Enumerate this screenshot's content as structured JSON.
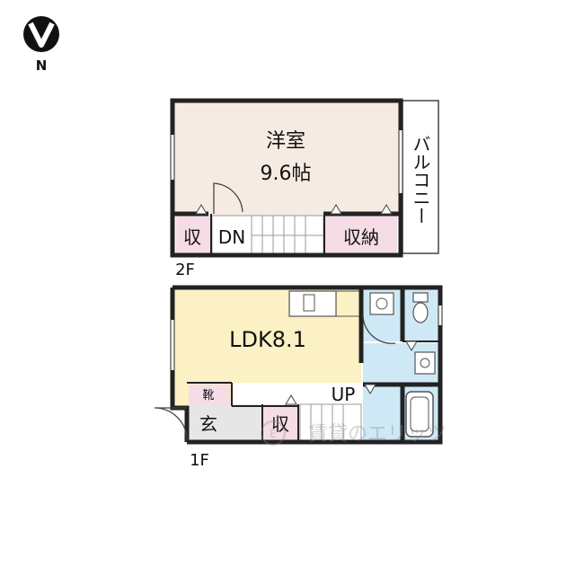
{
  "compass": {
    "label": "N"
  },
  "floor2": {
    "floor_label": "2F",
    "western_room": {
      "label": "洋室",
      "size": "9.6帖"
    },
    "storage_small": "収",
    "stairs_down": "DN",
    "closet": "収納",
    "balcony": "バルコニー"
  },
  "floor1": {
    "floor_label": "1F",
    "ldk": "LDK8.1",
    "stairs_up": "UP",
    "shoe_box": "靴",
    "entrance": "玄",
    "storage": "収"
  },
  "watermark": {
    "text": "賃貸のエリッツ"
  },
  "colors": {
    "western_room": "#f6ebe3",
    "ldk": "#fbf1c4",
    "wet_area": "#cfe8f5",
    "storage": "#f5dce6",
    "entrance": "#e6e6e6",
    "wall": "#222222"
  }
}
